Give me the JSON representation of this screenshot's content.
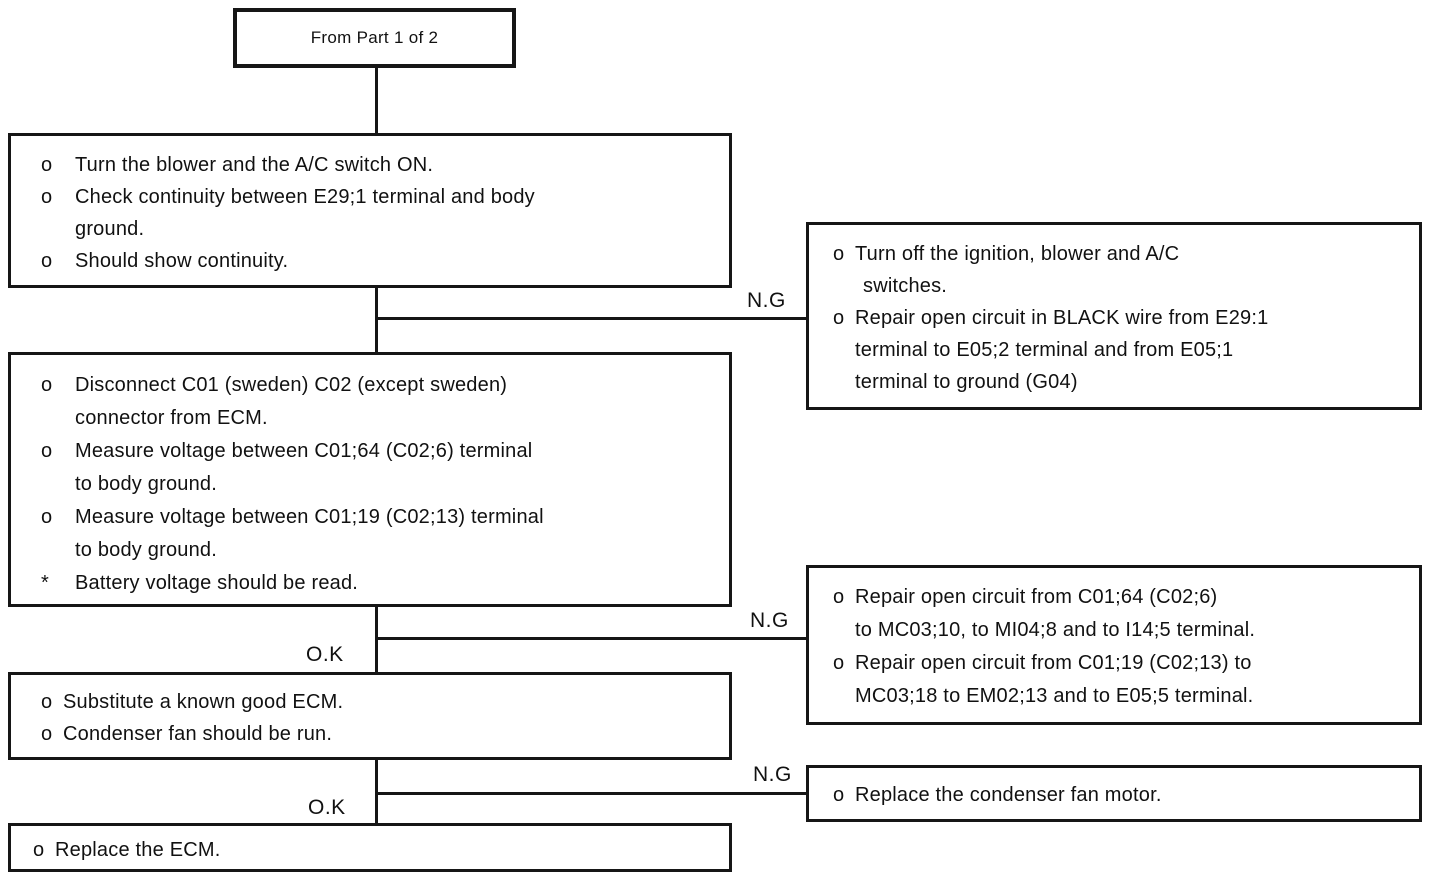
{
  "diagram": {
    "title_box": "From Part 1 of 2",
    "connector_labels": {
      "ng1": "N.G",
      "ng2": "N.G",
      "ng3": "N.G",
      "ok1": "O.K",
      "ok2": "O.K"
    },
    "boxes": {
      "check_continuity": {
        "lines": [
          {
            "b": "o",
            "t": "Turn the blower and the A/C switch ON."
          },
          {
            "b": "o",
            "t": "Check continuity between E29;1 terminal and body"
          },
          {
            "b": "",
            "t": "ground."
          },
          {
            "b": "o",
            "t": "Should show continuity."
          }
        ]
      },
      "repair_black_wire": {
        "lines": [
          {
            "b": "o",
            "t": "Turn off the ignition, blower and A/C"
          },
          {
            "b": "",
            "t": "switches."
          },
          {
            "b": "o",
            "t": "Repair open circuit in BLACK wire from E29:1"
          },
          {
            "b": "",
            "t": "terminal to E05;2 terminal and from E05;1"
          },
          {
            "b": "",
            "t": "terminal to ground (G04)"
          }
        ]
      },
      "measure_voltage": {
        "lines": [
          {
            "b": "o",
            "t": "Disconnect C01 (sweden) C02 (except sweden)"
          },
          {
            "b": "",
            "t": "connector from ECM."
          },
          {
            "b": "o",
            "t": "Measure voltage between C01;64 (C02;6) terminal"
          },
          {
            "b": "",
            "t": "to body ground."
          },
          {
            "b": "o",
            "t": "Measure voltage between C01;19 (C02;13) terminal"
          },
          {
            "b": "",
            "t": "to body ground."
          },
          {
            "b": "*",
            "t": "Battery voltage should be read."
          }
        ]
      },
      "repair_open_circuit": {
        "lines": [
          {
            "b": "o",
            "t": "Repair open circuit from C01;64 (C02;6)"
          },
          {
            "b": "",
            "t": "to MC03;10, to MI04;8 and to I14;5 terminal."
          },
          {
            "b": "o",
            "t": "Repair open circuit from C01;19 (C02;13) to"
          },
          {
            "b": "",
            "t": "MC03;18 to EM02;13 and to E05;5 terminal."
          }
        ]
      },
      "substitute_ecm": {
        "lines": [
          {
            "b": "o",
            "t": "Substitute a known good ECM."
          },
          {
            "b": "o",
            "t": "Condenser fan should be run."
          }
        ]
      },
      "replace_fan_motor": {
        "lines": [
          {
            "b": "o",
            "t": "Replace the condenser fan motor."
          }
        ]
      },
      "replace_ecm": {
        "lines": [
          {
            "b": "o",
            "t": "Replace the ECM."
          }
        ]
      }
    },
    "colors": {
      "ink": "#161616",
      "paper": "#ffffff"
    }
  }
}
